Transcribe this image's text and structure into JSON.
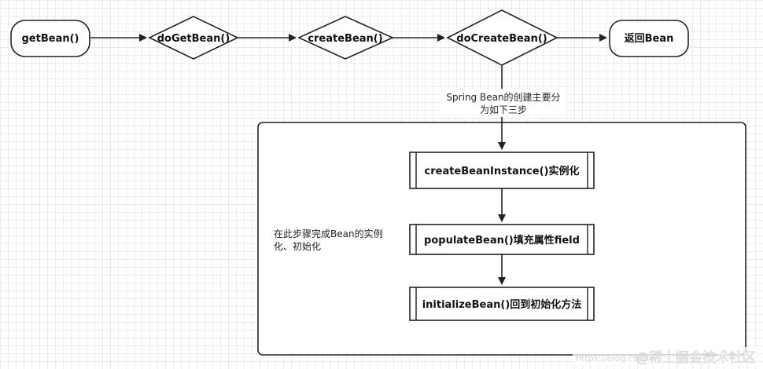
{
  "nodes": {
    "get_bean": "getBean()",
    "do_get_bean": "doGetBean()",
    "create_bean": "createBean()",
    "do_create_bean": "doCreateBean()",
    "return_bean": "返回Bean"
  },
  "note_top": {
    "line1": "Spring Bean的创建主要分",
    "line2": "为如下三步"
  },
  "steps": {
    "instance": "createBeanInstance()实例化",
    "populate": "populateBean()填充属性field",
    "initialize": "initializeBean()回到初始化方法"
  },
  "note_side": {
    "line1": "在此步骤完成Bean的实例",
    "line2": "化、初始化"
  },
  "watermark": {
    "url": "https://blog.csdn",
    "brand": "@稀土掘金技术社区"
  }
}
